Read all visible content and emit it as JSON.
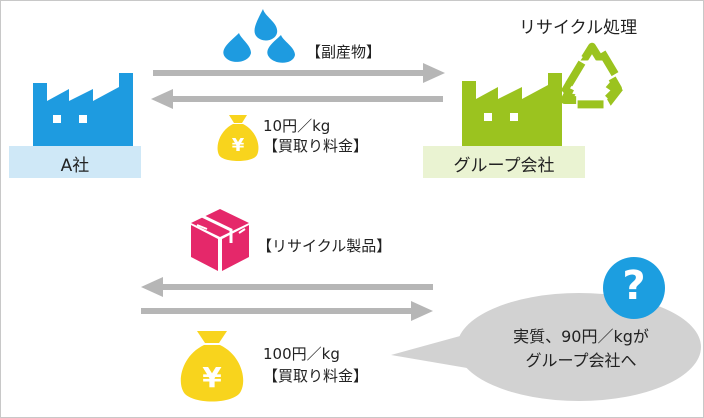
{
  "company_a": {
    "label": "A社"
  },
  "group_company": {
    "label": "グループ会社",
    "process_label": "リサイクル処理"
  },
  "byproduct": {
    "label": "【副産物】"
  },
  "price_top": {
    "price": "10円／kg",
    "type": "【買取り料金】"
  },
  "recycled_product": {
    "label": "【リサイクル製品】"
  },
  "price_bottom": {
    "price": "100円／kg",
    "type": "【買取り料金】"
  },
  "callout": {
    "line1": "実質、90円／kgが",
    "line2": "グループ会社へ"
  },
  "question_mark": "?",
  "yen_symbol": "¥",
  "colors": {
    "factory_blue": "#1e9be0",
    "factory_green": "#9bc31f",
    "band_blue": "#cfe8f7",
    "band_green": "#eaf3d2",
    "arrow_gray": "#b6b6b6",
    "coin_yellow": "#f8d41d",
    "box_pink": "#e5286a",
    "bubble_gray": "#d2d2d2",
    "question_blue": "#1c9ee0"
  },
  "icons": [
    "factory-icon",
    "droplets-icon",
    "recycle-icon",
    "money-bag-icon",
    "box-icon",
    "question-icon"
  ]
}
